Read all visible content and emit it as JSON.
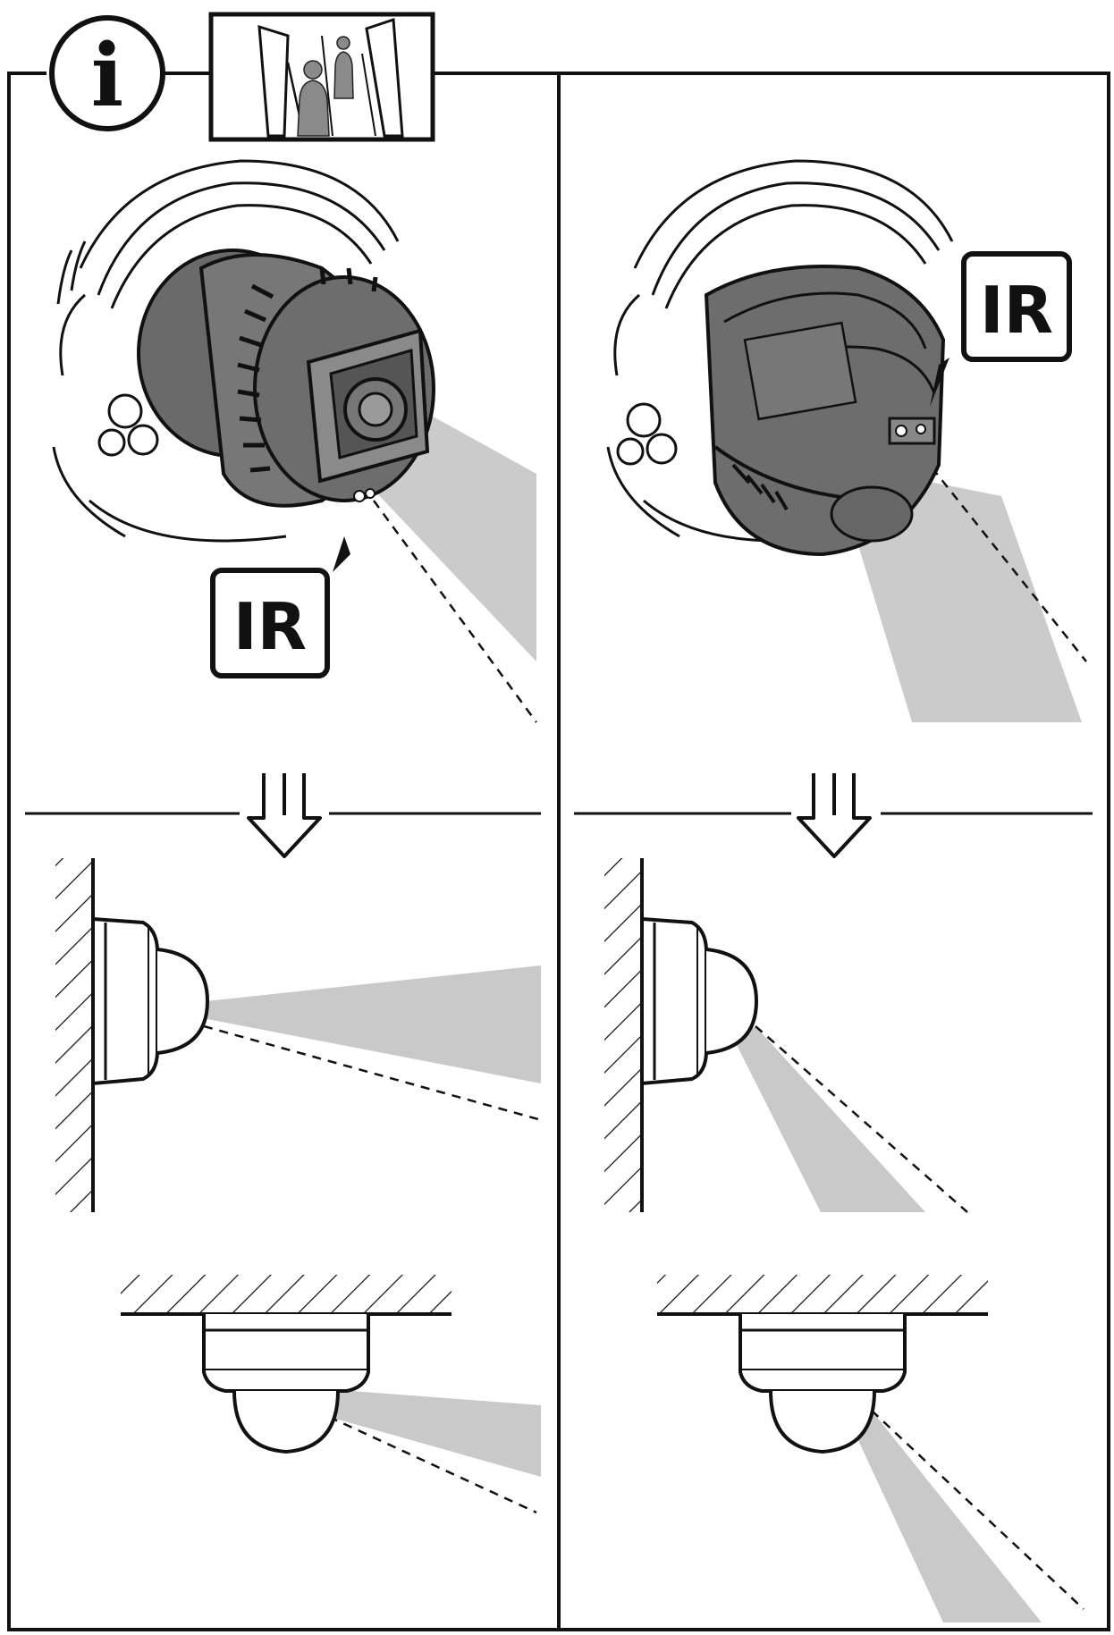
{
  "info_badge": {
    "glyph": "i",
    "icon": "info-icon"
  },
  "scene_icon": "corridor-people-icon",
  "panels": [
    {
      "id": "left",
      "ir_label": "IR"
    },
    {
      "id": "right",
      "ir_label": "IR"
    }
  ],
  "colors": {
    "ink": "#111111",
    "beam": "#c9c9c9",
    "camera_body": "#6e6e6e",
    "paper": "#ffffff"
  }
}
